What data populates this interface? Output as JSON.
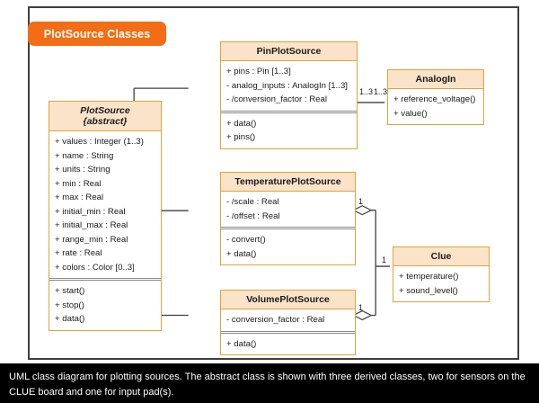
{
  "diagram": {
    "title_pill": "PlotSource Classes",
    "classes": {
      "plotsource": {
        "name": "PlotSource",
        "stereotype": "{abstract}",
        "attributes": [
          "+ values : Integer (1..3)",
          "+ name : String",
          "+ units : String",
          "+ min : Real",
          "+ max : Real",
          "+ initial_min : Real",
          "+ initial_max : Real",
          "+ range_min : Real",
          "+ rate : Real",
          "+ colors : Color [0..3]"
        ],
        "operations": [
          "+ start()",
          "+ stop()",
          "+ data()"
        ]
      },
      "pinplotsource": {
        "name": "PinPlotSource",
        "attributes": [
          "+ pins : Pin [1..3]",
          "- analog_inputs : AnalogIn [1..3]",
          "- /conversion_factor : Real"
        ],
        "operations": [
          "+ data()",
          "+ pins()"
        ]
      },
      "analogin": {
        "name": "AnalogIn",
        "attributes": [],
        "operations": [
          "+ reference_voltage()",
          "+ value()"
        ]
      },
      "temperatureplotsource": {
        "name": "TemperaturePlotSource",
        "attributes": [
          "- /scale : Real",
          "- /offset : Real"
        ],
        "operations": [
          "- convert()",
          "+ data()"
        ]
      },
      "volumeplotsource": {
        "name": "VolumePlotSource",
        "attributes": [
          "- conversion_factor : Real"
        ],
        "operations": [
          "+ data()"
        ]
      },
      "clue": {
        "name": "Clue",
        "attributes": [],
        "operations": [
          "+ temperature()",
          "+ sound_level()"
        ]
      }
    },
    "multiplicities": {
      "pin_to_analogin_source": "1..3",
      "pin_to_analogin_target": "1..3",
      "temperature_to_clue_source": "1",
      "volume_to_clue_source": "1",
      "clue_target": "1"
    }
  },
  "caption": {
    "text": "UML class diagram for plotting sources. The abstract class is shown with three derived classes, two for sensors on the CLUE board and one for input pad(s)."
  },
  "colors": {
    "pill": "#f26d16",
    "class_header": "#fae3c8",
    "class_border": "#e0a33c",
    "frame": "#3f3f3f",
    "caption_bg": "#000000",
    "line": "#3f3f3f"
  }
}
